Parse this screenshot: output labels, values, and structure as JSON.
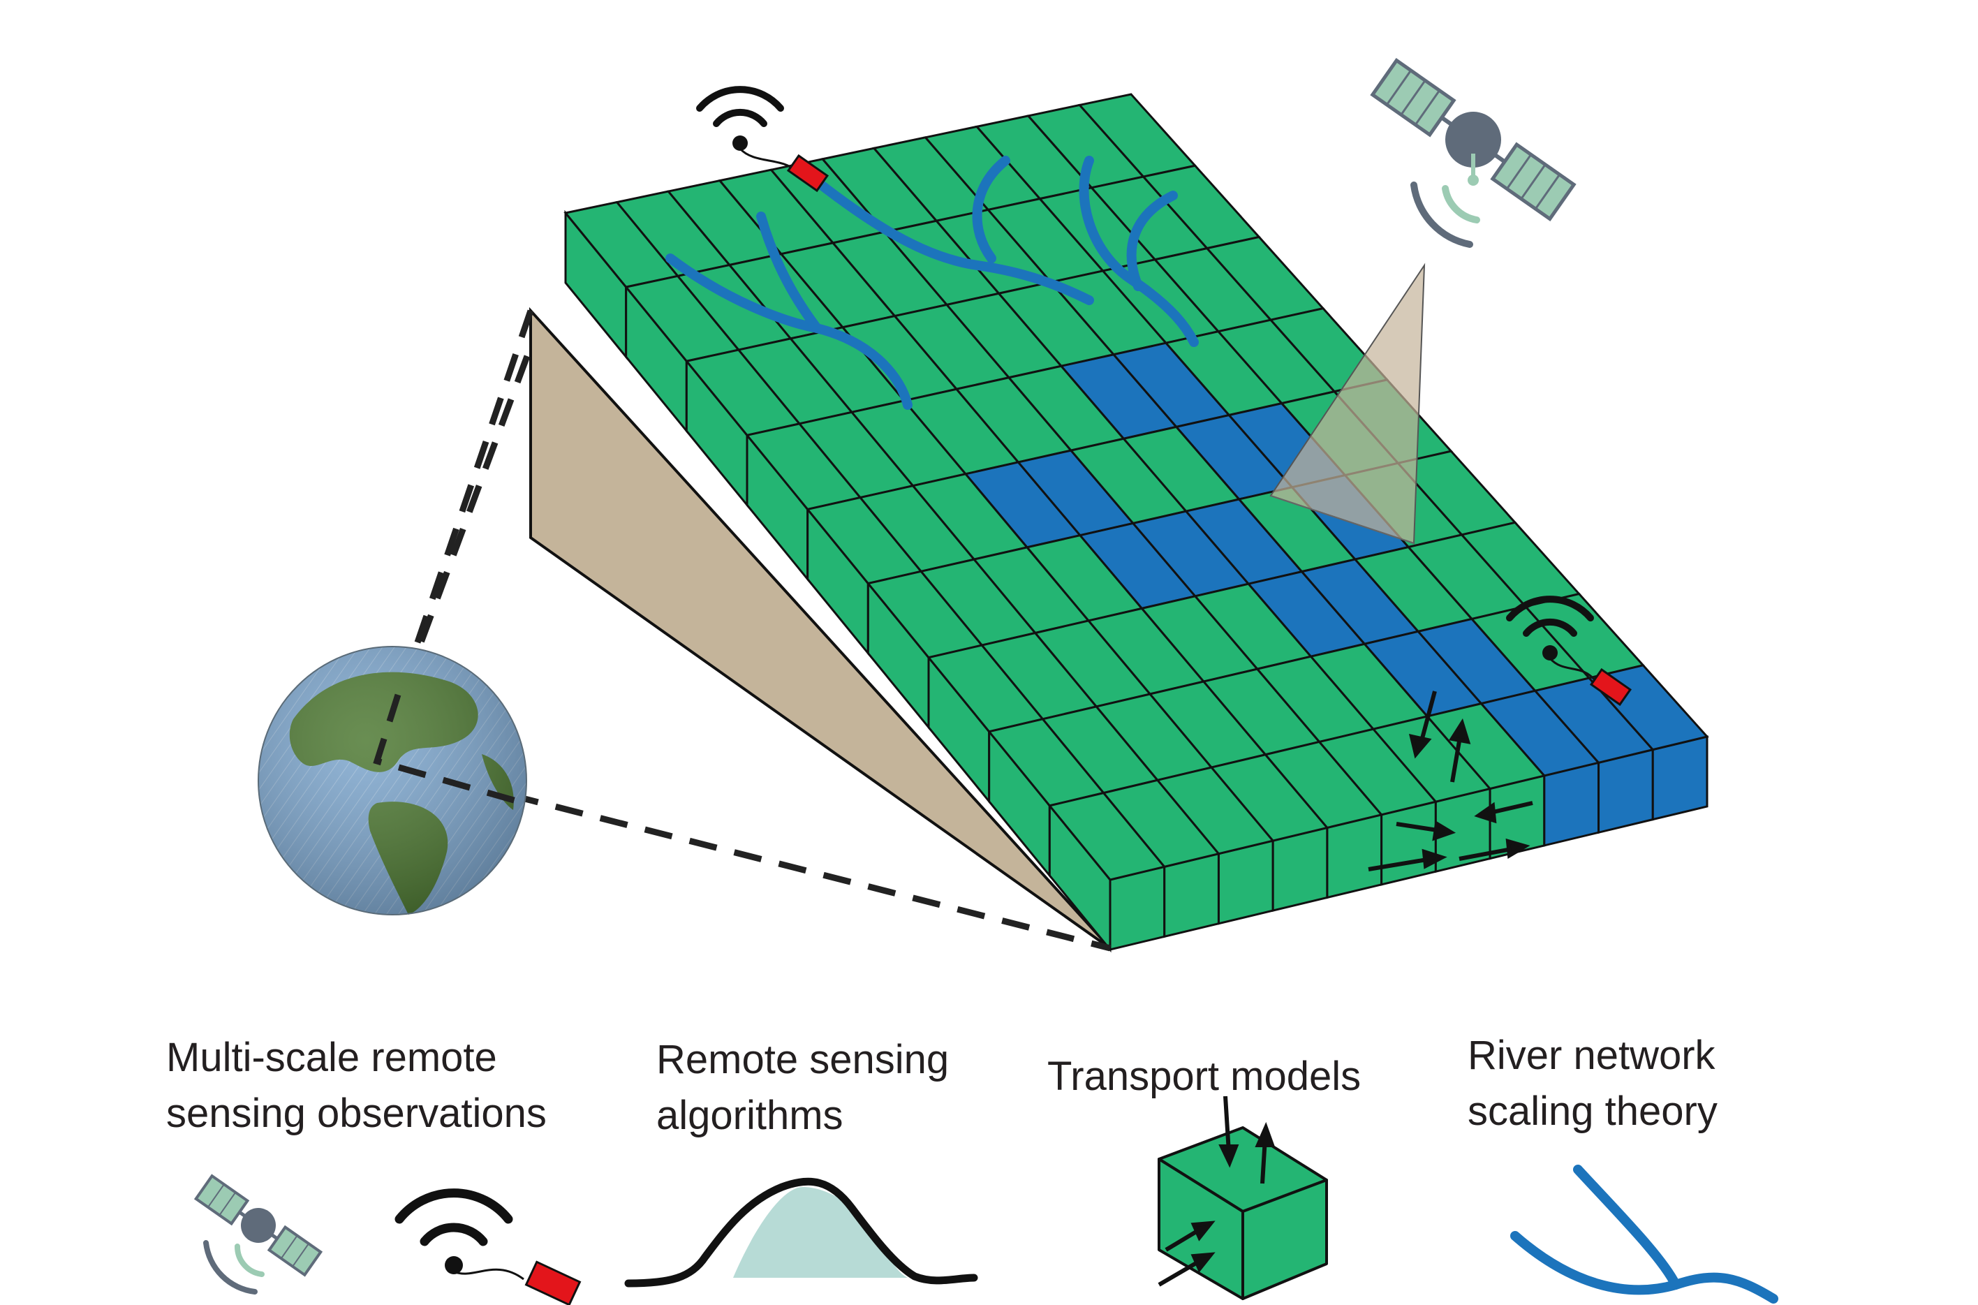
{
  "colors": {
    "land": "#24b573",
    "water": "#1c74bc",
    "river": "#1c74bc",
    "soil": "#c4b49a",
    "grid_line": "#111111",
    "sensor_tag": "#e3151b",
    "satellite_panel": "#9ccbb3",
    "satellite_body": "#5f6b7a",
    "algorithm_fill": "#b7dbd6",
    "globe_ocean": "#7fa8cf",
    "globe_land": "#4f7a34"
  },
  "icons": [
    "satellite-icon",
    "wifi-sensor-icon",
    "globe-icon",
    "cube-icon",
    "river-branch-icon",
    "curve-icon"
  ],
  "captions": [
    {
      "line1": "Multi-scale remote",
      "line2": "sensing observations"
    },
    {
      "line1": "Remote sensing",
      "line2": "algorithms"
    },
    {
      "line1": "Transport models",
      "line2": ""
    },
    {
      "line1": "River network",
      "line2": "scaling theory"
    }
  ]
}
